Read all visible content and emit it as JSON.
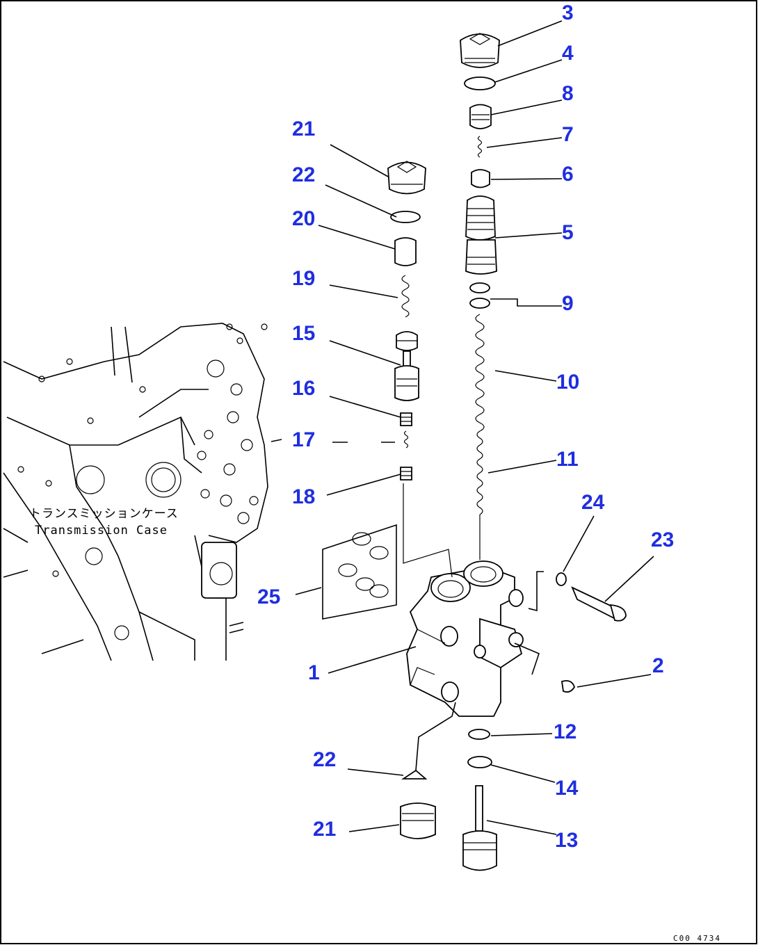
{
  "diagram": {
    "caption": {
      "japanese": "トランスミッションケース",
      "english": "Transmission Case"
    },
    "callouts": [
      "3",
      "4",
      "8",
      "7",
      "6",
      "5",
      "9",
      "10",
      "11",
      "24",
      "23",
      "21",
      "22",
      "20",
      "19",
      "15",
      "16",
      "17",
      "18",
      "25",
      "1",
      "2",
      "12",
      "22",
      "14",
      "21",
      "13"
    ],
    "drawing_code": "C00 4734"
  }
}
